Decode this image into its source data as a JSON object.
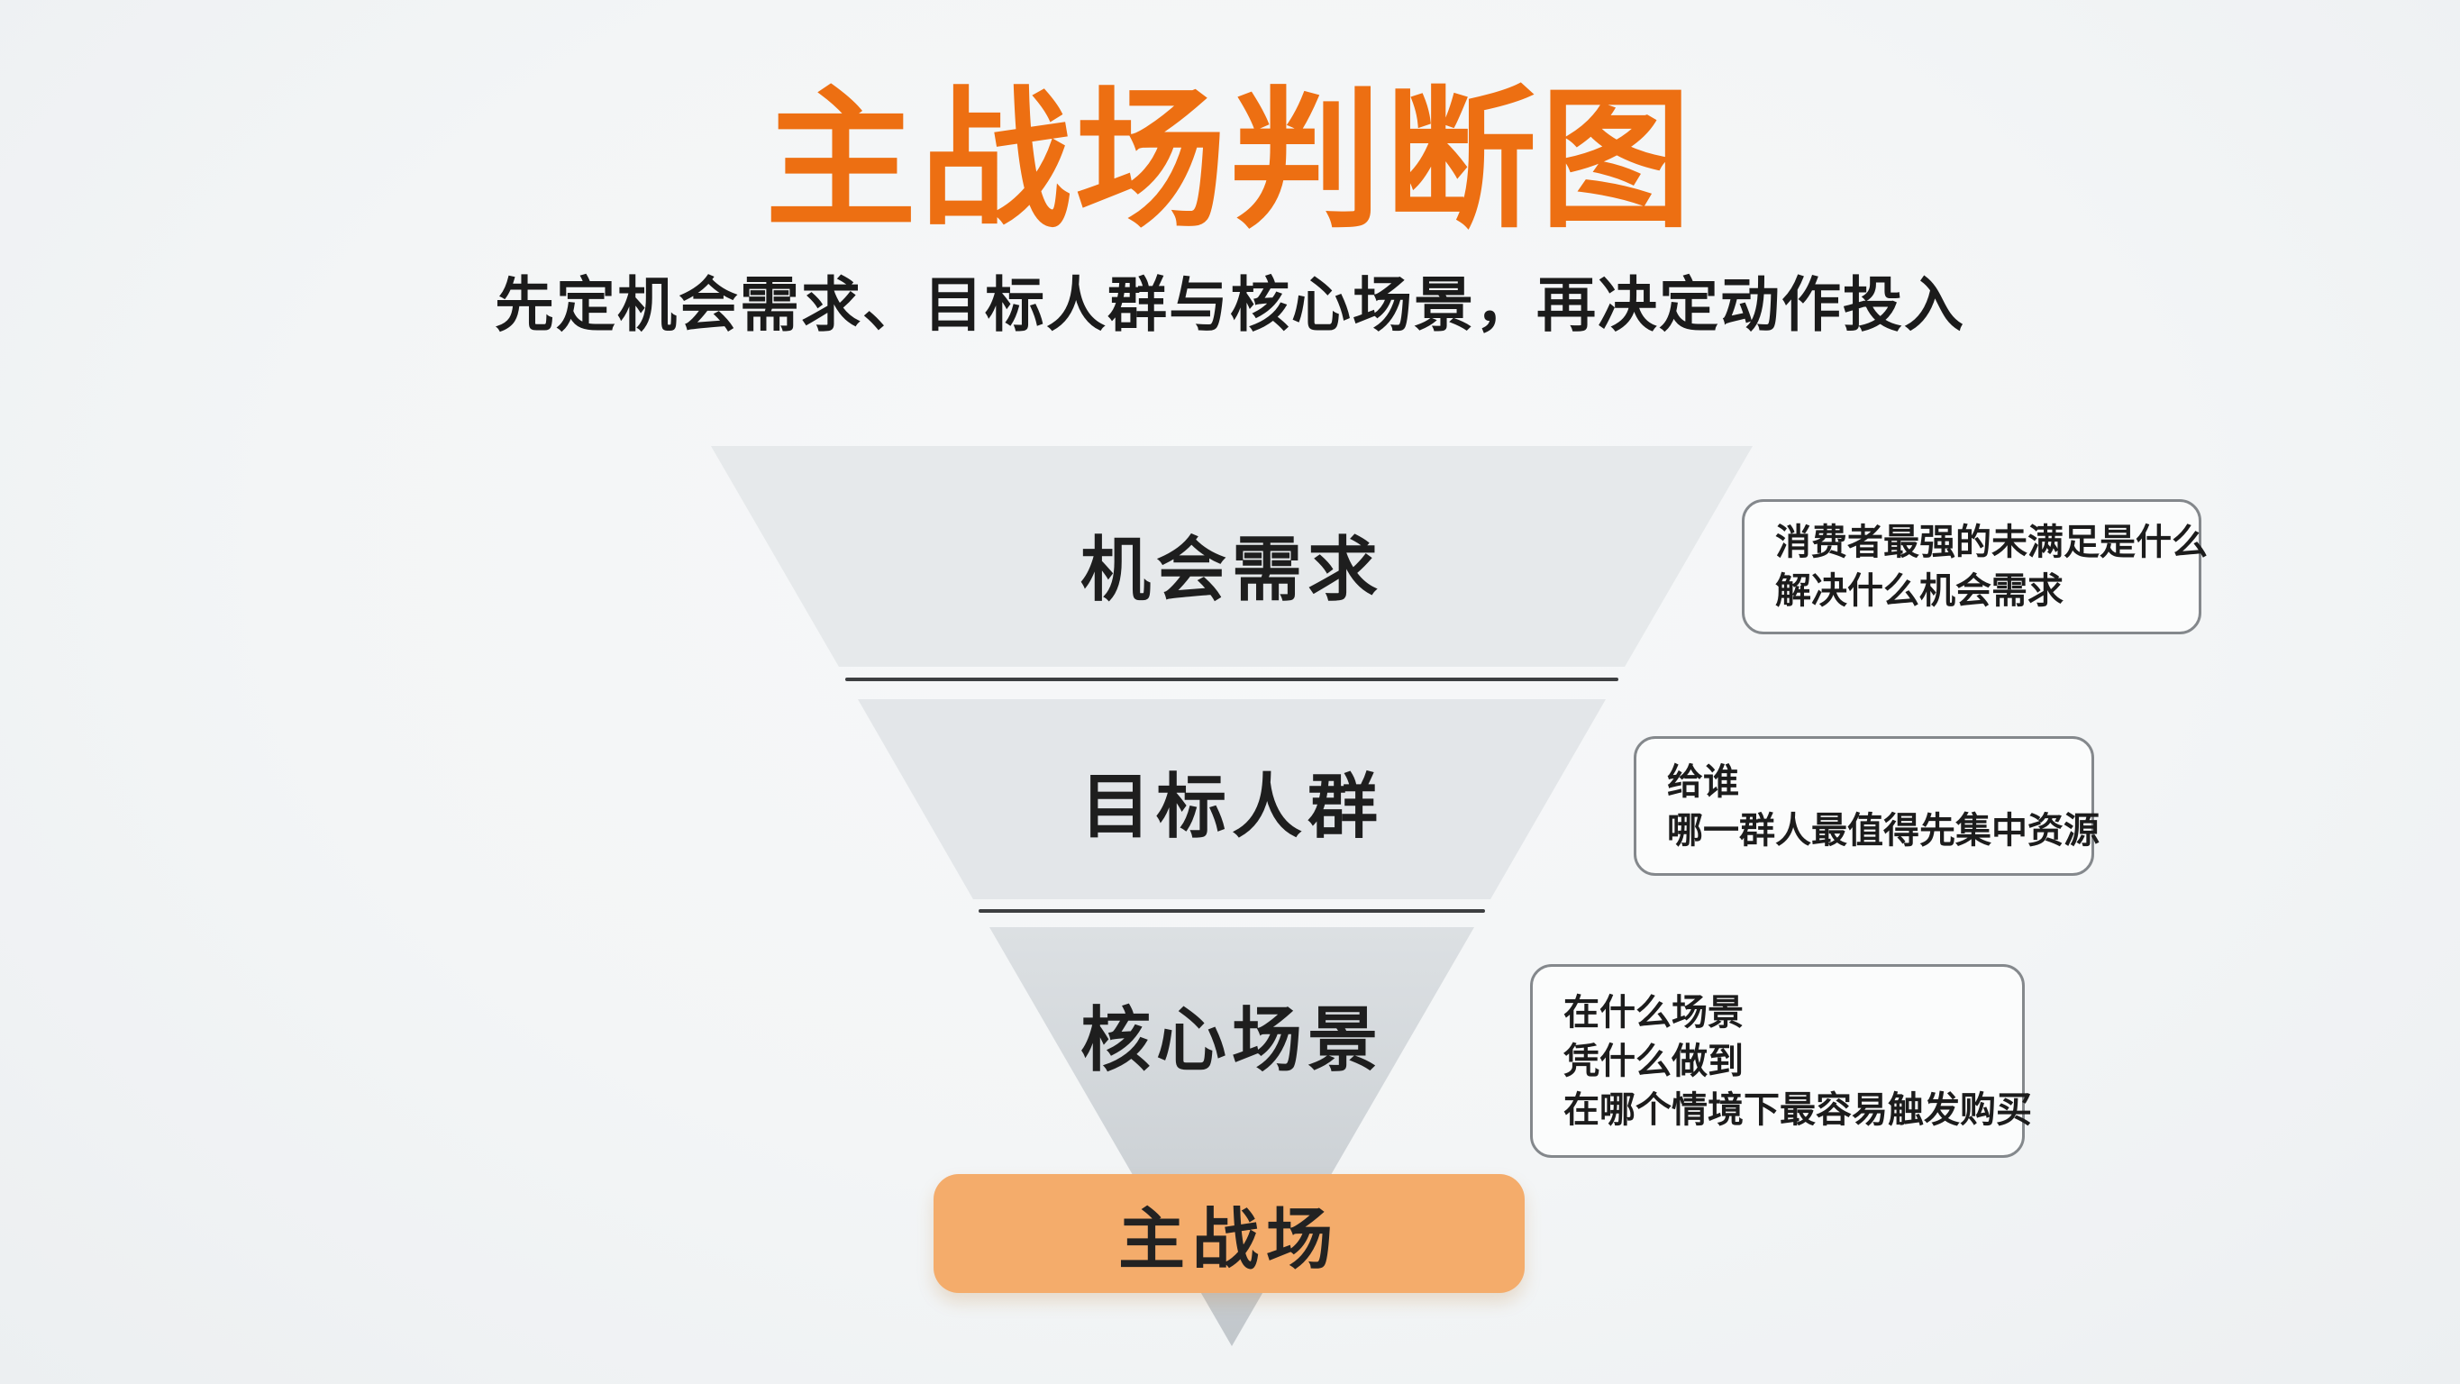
{
  "title": {
    "text": "主战场判断图",
    "color": "#ED6F12"
  },
  "subtitle": "先定机会需求、目标人群与核心场景，再决定动作投入",
  "funnel": {
    "levels": [
      {
        "label": "机会需求",
        "fill": "#E6E9EB"
      },
      {
        "label": "目标人群",
        "fill": "#E3E6E9"
      },
      {
        "label": "核心场景",
        "fill": "#DCE0E3"
      }
    ],
    "divider_color": "#3D3F41",
    "result": {
      "label": "主战场",
      "fill": "#F4AC6B"
    }
  },
  "annotations": [
    {
      "lines": [
        "消费者最强的未满足是什么",
        "解决什么机会需求"
      ]
    },
    {
      "lines": [
        "给谁",
        "哪一群人最值得先集中资源"
      ]
    },
    {
      "lines": [
        "在什么场景",
        "凭什么做到",
        "在哪个情境下最容易触发购买"
      ]
    }
  ]
}
